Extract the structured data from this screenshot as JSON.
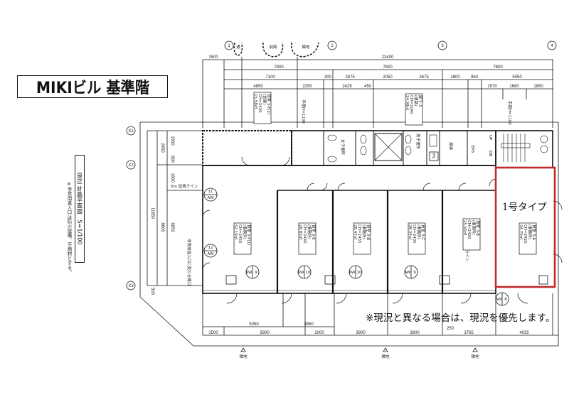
{
  "title": "MIKIビル 基準階",
  "drawing_caption": {
    "title": "是正 計画平面図",
    "scale": "S=1/100",
    "note": "※非常用進入口は防火設備、不燃材とする。"
  },
  "notice": "※現況と異なる場合は、現況を優先します。",
  "highlight": {
    "label": "1号タイプ",
    "color": "#c0282d"
  },
  "top_dimensions": {
    "overall": "23400",
    "left_margin": "1500",
    "row2": [
      "7800",
      "7800",
      "7800"
    ],
    "row3": [
      "7100",
      "300",
      "2875",
      "2050",
      "2675",
      "1800",
      "950",
      "5050"
    ],
    "row4": [
      "4850",
      "2250",
      "2425",
      "450",
      "1570",
      "1680",
      "1850"
    ]
  },
  "bottom_dimensions": {
    "row1": [
      "5350",
      "3850",
      "250"
    ],
    "row2": [
      "1500",
      "5800",
      "2000",
      "3900",
      "3800",
      "3765",
      "4035"
    ]
  },
  "left_dimensions": [
    "11650",
    "2450",
    "1800",
    "800",
    "1800",
    "8600",
    "6850",
    "500"
  ],
  "grid_axes": {
    "top": [
      "1",
      "2",
      "3",
      "4"
    ],
    "left": [
      "X1",
      "X2",
      "X3"
    ],
    "bottom_marks": [
      "隣地",
      "隣地",
      "隣地"
    ],
    "top_marks": [
      "通",
      "前面",
      "隣地"
    ]
  },
  "rooms": [
    {
      "id": "3-F(2)",
      "name": "貸室 3-F(2)",
      "use": "(倉庫)",
      "ch": "CH=2430",
      "area": "15.58㎡"
    },
    {
      "id": "3-F(1)",
      "name": "貸室 3-F(1)",
      "use": "(事務所)",
      "ch": "CH=2455",
      "area": "52.19㎡"
    },
    {
      "id": "3-E",
      "name": "貸室 3-E",
      "use": "(事務所)",
      "ch": "CH=2440",
      "area": "28.83㎡"
    },
    {
      "id": "3-D",
      "name": "貸室 3-D",
      "use": "(事務所)",
      "ch": "CH=2455",
      "area": "28.47㎡"
    },
    {
      "id": "3-C",
      "name": "貸室 3-C",
      "use": "(事務所)",
      "ch": "CH=2435",
      "area": "28.34㎡"
    },
    {
      "id": "3-B",
      "name": "貸室 3-B",
      "use": "(事務所)",
      "ch": "CH=2420",
      "area": "25.60㎡"
    },
    {
      "id": "3-A",
      "name": "貸室 3-A",
      "use": "(事務所)",
      "ch": "CH=2420",
      "area": "34.70㎡"
    },
    {
      "id": "corridor",
      "name": "廊下-3",
      "use": "(通路)",
      "ch": "CH=2240",
      "area": "24.98㎡"
    }
  ],
  "facilities": {
    "womens_wc": "女子便所",
    "mens_wc": "男子便所",
    "pantry": "湯沸",
    "eps": "EPS",
    "ps": "PS",
    "up": "UP",
    "dn": "DN",
    "handrail": "手摺H=1100",
    "fire_line": "5m 延焼ライン",
    "emergency_entry": "非常用進入口に変わる開口"
  },
  "windows": [
    {
      "no": "11",
      "type": "AW"
    },
    {
      "no": "12",
      "type": "AW"
    },
    {
      "no": "9",
      "type": "AW"
    },
    {
      "no": "10",
      "type": "AW"
    },
    {
      "no": "10",
      "type": "AW"
    },
    {
      "no": "9",
      "type": "AW"
    },
    {
      "no": "8",
      "type": "AW"
    }
  ]
}
